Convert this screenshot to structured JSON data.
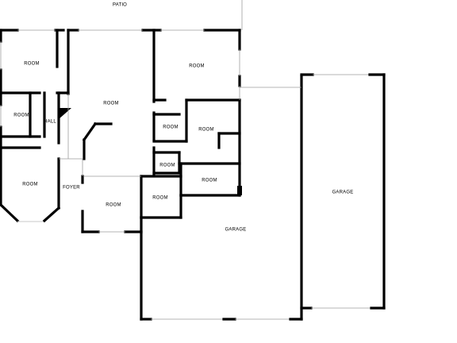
{
  "labels": {
    "patio": "PATIO",
    "room_top_left": "ROOM",
    "room_center_top": "ROOM",
    "room_top_right": "ROOM",
    "room_left_mid": "ROOM",
    "hall": "HALL",
    "room_small_a": "ROOM",
    "room_mid_right": "ROOM",
    "room_small_b": "ROOM",
    "room_right_low": "ROOM",
    "room_bottom_left": "ROOM",
    "foyer": "FOYER",
    "room_bottom_mid": "ROOM",
    "room_small_c": "ROOM",
    "garage_main": "GARAGE",
    "garage_right": "GARAGE"
  },
  "colors": {
    "wall": "#000000",
    "thin_line": "#9e9e9e",
    "window": "#c8c8c8",
    "background": "#ffffff"
  }
}
